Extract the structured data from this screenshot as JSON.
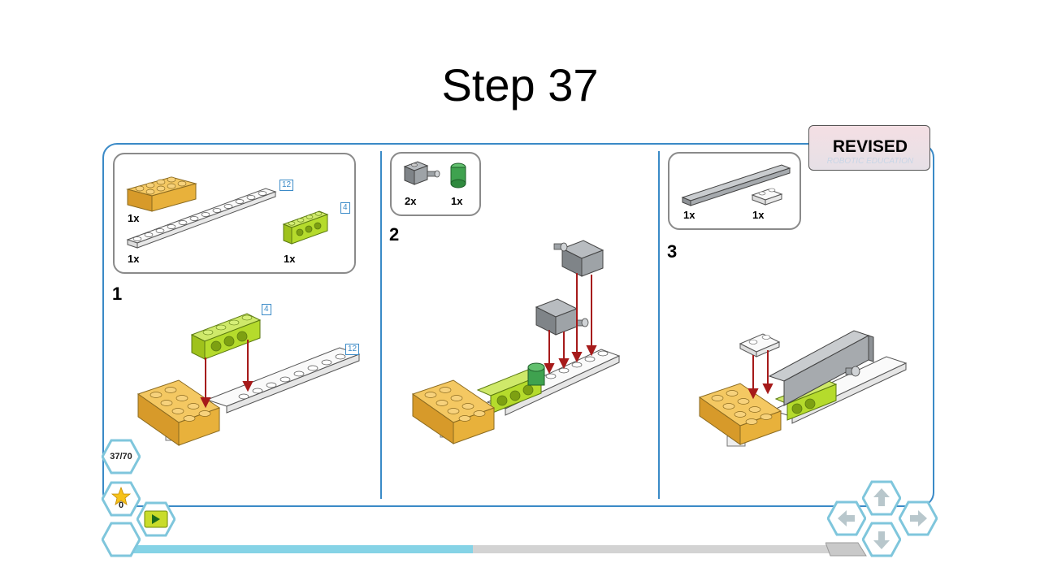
{
  "page": {
    "title": "Step 37"
  },
  "badge": {
    "label": "REVISED",
    "watermark": "ROBOTIC EDUCATION"
  },
  "panels": [
    {
      "step_number": "1",
      "parts": [
        {
          "qty": "1x"
        },
        {
          "qty": "1x",
          "length_tag": "12"
        },
        {
          "qty": "1x",
          "length_tag": "4"
        }
      ],
      "assembly_tags": [
        "4",
        "12"
      ]
    },
    {
      "step_number": "2",
      "parts": [
        {
          "qty": "2x"
        },
        {
          "qty": "1x"
        }
      ]
    },
    {
      "step_number": "3",
      "parts": [
        {
          "qty": "1x"
        },
        {
          "qty": "1x"
        }
      ]
    }
  ],
  "navigation": {
    "page_counter": "37/70",
    "stars_count": "0",
    "progress": 0.485,
    "buttons": [
      "arrow-left-icon",
      "arrow-up-icon",
      "arrow-right-icon",
      "arrow-down-icon"
    ]
  },
  "colors": {
    "frame": "#3a8ac7",
    "yellow_brick": "#e8b13b",
    "green_beam": "#b5db2c",
    "white_plate": "#f4f4f4",
    "grey_part": "#8e9296",
    "arrow": "#a61a1a",
    "progress_fill": "#85d3e6",
    "progress_track": "#d3d3d3"
  }
}
